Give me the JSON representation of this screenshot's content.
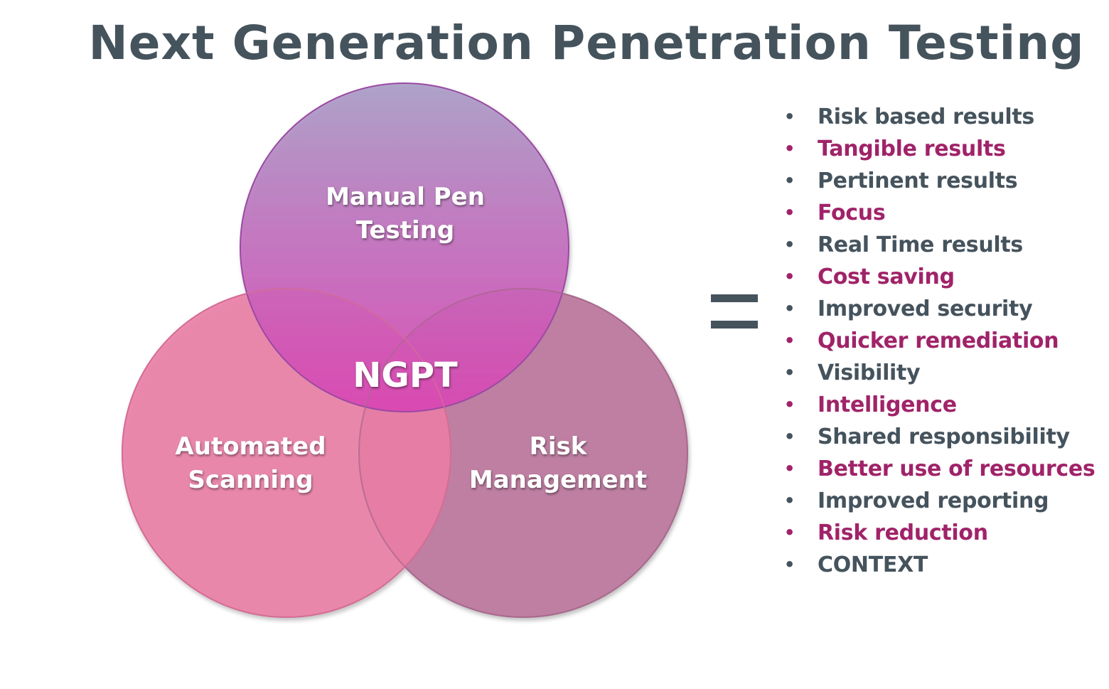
{
  "title": "Next Generation Penetration Testing",
  "venn": {
    "top_label_line1": "Manual Pen",
    "top_label_line2": "Testing",
    "left_label_line1": "Automated",
    "left_label_line2": "Scanning",
    "right_label_line1": "Risk",
    "right_label_line2": "Management",
    "center_label": "NGPT",
    "colors": {
      "top_circle": "#b24fb8",
      "left_circle": "#ea7ca5",
      "right_circle": "#bd7ca0",
      "center": "#d8237a"
    }
  },
  "equals_icon": "equals-sign-icon",
  "benefits": [
    {
      "text": "Risk based results",
      "style": "dark"
    },
    {
      "text": "Tangible results",
      "style": "accent"
    },
    {
      "text": "Pertinent results",
      "style": "dark"
    },
    {
      "text": "Focus",
      "style": "accent"
    },
    {
      "text": "Real Time results",
      "style": "dark"
    },
    {
      "text": "Cost saving",
      "style": "accent"
    },
    {
      "text": "Improved security",
      "style": "dark"
    },
    {
      "text": "Quicker remediation",
      "style": "accent"
    },
    {
      "text": "Visibility",
      "style": "dark"
    },
    {
      "text": "Intelligence",
      "style": "accent"
    },
    {
      "text": "Shared responsibility",
      "style": "dark"
    },
    {
      "text": "Better use of resources",
      "style": "accent"
    },
    {
      "text": "Improved reporting",
      "style": "dark"
    },
    {
      "text": "Risk reduction",
      "style": "accent"
    },
    {
      "text": "CONTEXT",
      "style": "dark"
    }
  ],
  "text_colors": {
    "dark": "#45535d",
    "accent": "#a02369"
  }
}
